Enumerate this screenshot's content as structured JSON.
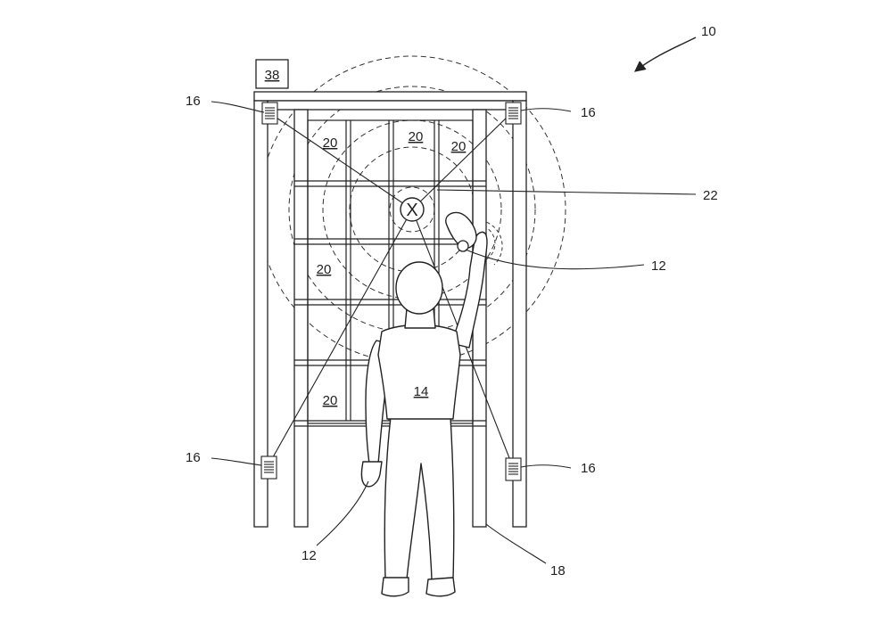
{
  "figure": {
    "labels": {
      "system": "10",
      "wearable": "12",
      "user": "14",
      "sensor": "16",
      "shelving": "18",
      "bin": "20",
      "target": "22",
      "controller": "38"
    },
    "target_mark": "X"
  },
  "colors": {
    "line": "#222222",
    "background": "#ffffff"
  }
}
